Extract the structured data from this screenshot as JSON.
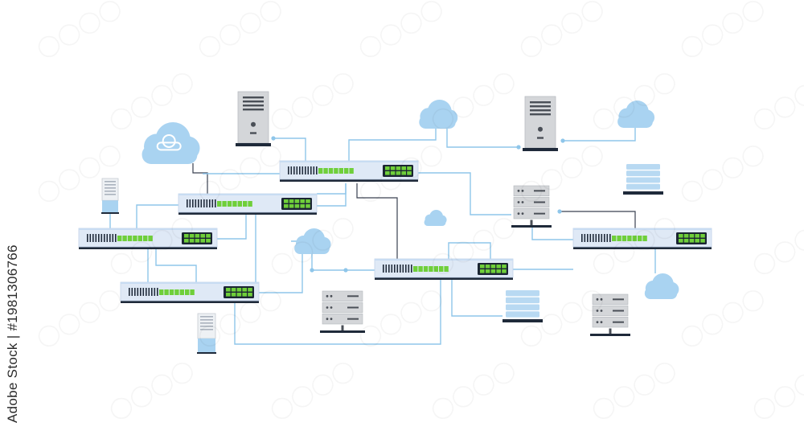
{
  "credit": {
    "text": "Adobe Stock | #1981306766"
  },
  "colors": {
    "line": "#8fc6ea",
    "device_body": "#dfe9f6",
    "device_edge": "#1f2a3a",
    "led_green": "#6fcf3a",
    "led_dark": "#1b2533",
    "cloud": "#a9d3f1",
    "server_gray": "#d4d6d9",
    "server_dark": "#4a4f57",
    "watermark": "#000000"
  },
  "diagram": {
    "switches": [
      {
        "id": "switch-top-center"
      },
      {
        "id": "switch-left-upper"
      },
      {
        "id": "switch-left-middle"
      },
      {
        "id": "switch-left-lower"
      },
      {
        "id": "switch-center-lower"
      },
      {
        "id": "switch-right"
      }
    ],
    "clouds": [
      {
        "id": "cloud-left-large"
      },
      {
        "id": "cloud-top-center"
      },
      {
        "id": "cloud-top-right"
      },
      {
        "id": "cloud-small-center"
      },
      {
        "id": "cloud-center"
      },
      {
        "id": "cloud-bottom-right"
      }
    ],
    "tower_servers": [
      {
        "id": "tower-server-top-center"
      },
      {
        "id": "tower-server-top-right"
      }
    ],
    "rack_servers": [
      {
        "id": "rack-server-center"
      },
      {
        "id": "rack-server-lower-center"
      },
      {
        "id": "rack-server-lower-right"
      }
    ],
    "storage": [
      {
        "id": "storage-right-upper"
      },
      {
        "id": "storage-lower-center"
      }
    ],
    "small_units": [
      {
        "id": "small-unit-left-upper"
      },
      {
        "id": "small-unit-left-lower"
      }
    ]
  }
}
